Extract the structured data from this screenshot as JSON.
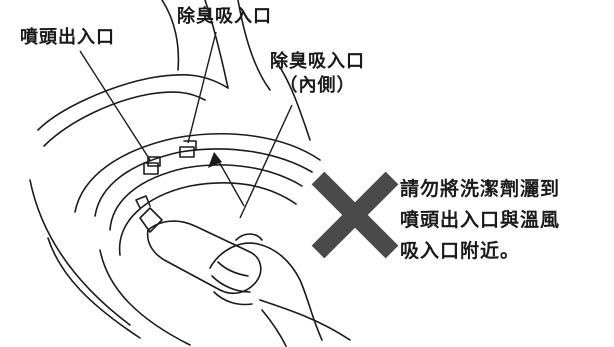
{
  "labels": {
    "nozzle_outlet": "噴頭出入口",
    "deodorizer_intake": "除臭吸入口",
    "deodorizer_intake_inner": "除臭吸入口",
    "inner_note": "（內側）"
  },
  "warning": {
    "lines": [
      "請勿將洗潔劑灑到",
      "噴頭出入口與溫風",
      "吸入口附近。"
    ]
  },
  "colors": {
    "cross": "#4a4a4a",
    "line": "#1a1a1a"
  }
}
